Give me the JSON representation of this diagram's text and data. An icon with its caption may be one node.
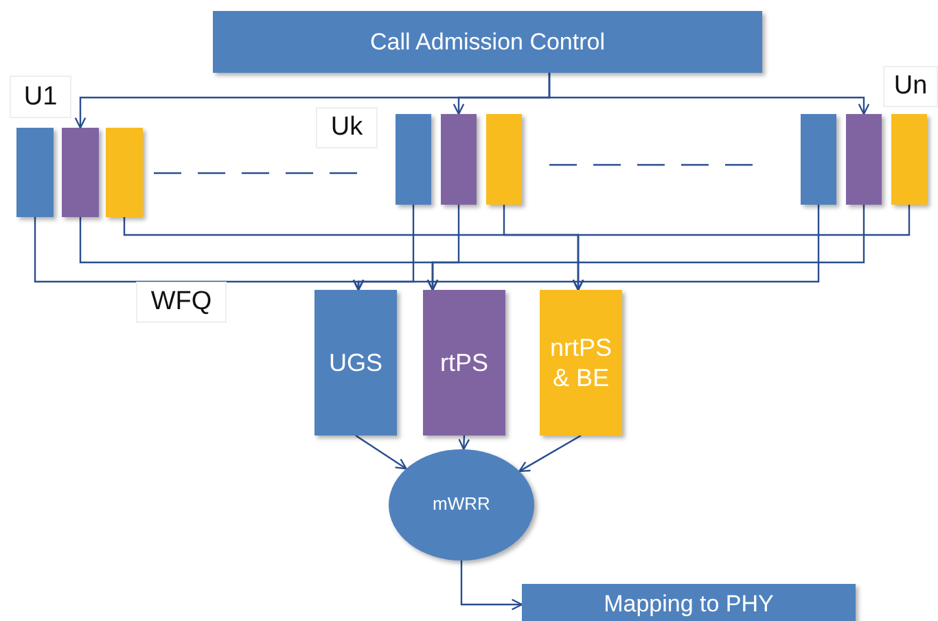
{
  "diagram": {
    "nodes": [
      {
        "text": [
          "Call Admission Control"
        ]
      },
      {
        "text": [],
        "shape": "box"
      },
      {
        "text": [],
        "shape": "box"
      },
      {
        "text": [],
        "shape": "box"
      },
      {
        "text": [],
        "shape": "box"
      },
      {
        "text": [],
        "shape": "box"
      },
      {
        "text": [],
        "shape": "box"
      },
      {
        "text": [],
        "shape": "box"
      },
      {
        "text": [],
        "shape": "box"
      },
      {
        "text": [],
        "shape": "box"
      },
      {
        "text": [
          "UGS"
        ]
      },
      {
        "text": [
          "rtPS"
        ]
      },
      {
        "text": [
          "nrtPS & BE"
        ]
      },
      {
        "text": [
          "mWRR"
        ]
      },
      {
        "text": [
          "Mapping to PHY"
        ]
      }
    ],
    "edges": [
      {
        "from": 0,
        "to": 2,
        "arrow": "to"
      },
      {
        "from": 0,
        "to": 5,
        "arrow": "to"
      },
      {
        "from": 0,
        "to": 8,
        "arrow": "to"
      },
      {
        "from": 1,
        "to": 10,
        "arrow": "to"
      },
      {
        "from": 2,
        "to": 11,
        "arrow": "to"
      },
      {
        "from": 3,
        "to": 12,
        "arrow": "to"
      },
      {
        "from": 4,
        "to": 10,
        "arrow": "to"
      },
      {
        "from": 5,
        "to": 11,
        "arrow": "to"
      },
      {
        "from": 6,
        "to": 12,
        "arrow": "to"
      },
      {
        "from": 7,
        "to": 10,
        "arrow": "to"
      },
      {
        "from": 8,
        "to": 11,
        "arrow": "to"
      },
      {
        "from": 9,
        "to": 12,
        "arrow": "to"
      },
      {
        "from": 10,
        "to": 13,
        "arrow": "to"
      },
      {
        "from": 11,
        "to": 13,
        "arrow": "to"
      },
      {
        "from": 12,
        "to": 13,
        "arrow": "to"
      },
      {
        "from": 13,
        "to": 14,
        "arrow": "to"
      }
    ],
    "labels": [
      "U1",
      "Uk",
      "Un",
      "WFQ"
    ]
  }
}
